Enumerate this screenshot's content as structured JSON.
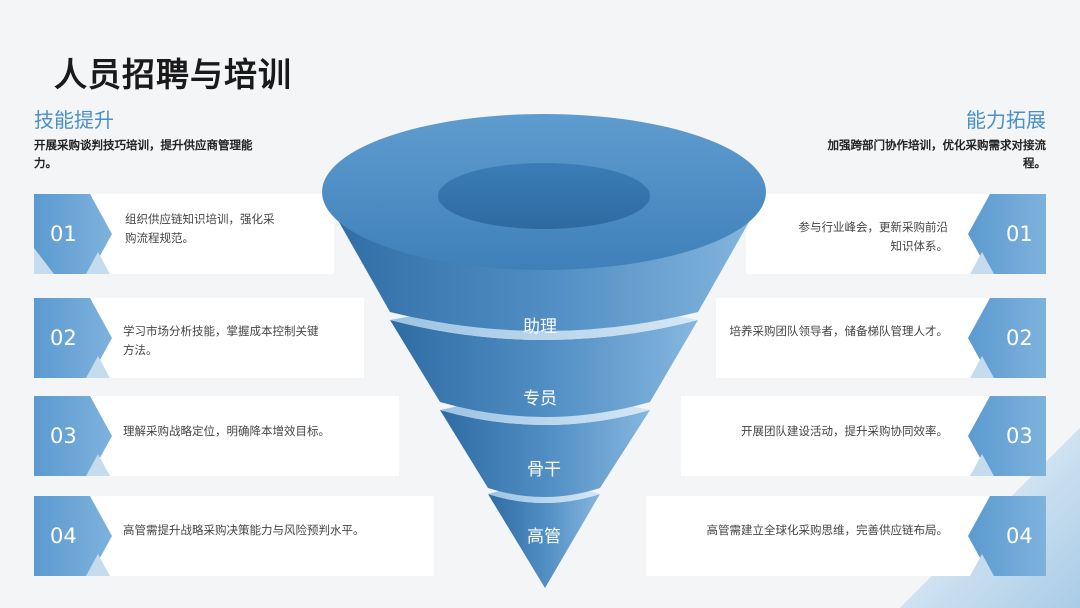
{
  "title": "人员招聘与培训",
  "left": {
    "title": "技能提升",
    "desc": "开展采购谈判技巧培训，提升供应商管理能力。",
    "items": [
      {
        "num": "01",
        "text": "组织供应链知识培训，强化采购流程规范。"
      },
      {
        "num": "02",
        "text": "学习市场分析技能，掌握成本控制关键方法。"
      },
      {
        "num": "03",
        "text": "理解采购战略定位，明确降本增效目标。"
      },
      {
        "num": "04",
        "text": "高管需提升战略采购决策能力与风险预判水平。"
      }
    ]
  },
  "right": {
    "title": "能力拓展",
    "desc": "加强跨部门协作培训，优化采购需求对接流程。",
    "items": [
      {
        "num": "01",
        "text": "参与行业峰会，更新采购前沿知识体系。"
      },
      {
        "num": "02",
        "text": "培养采购团队领导者，储备梯队管理人才。"
      },
      {
        "num": "03",
        "text": "开展团队建设活动，提升采购协同效率。"
      },
      {
        "num": "04",
        "text": "高管需建立全球化采购思维，完善供应链布局。"
      }
    ]
  },
  "funnel": {
    "levels": [
      "助理",
      "专员",
      "骨干",
      "高管"
    ]
  },
  "colors": {
    "accent": "#4a90c8",
    "number_block": "#6ea8d6",
    "funnel_dark": "#2e6ea6",
    "funnel_light": "#7fb2dc"
  }
}
